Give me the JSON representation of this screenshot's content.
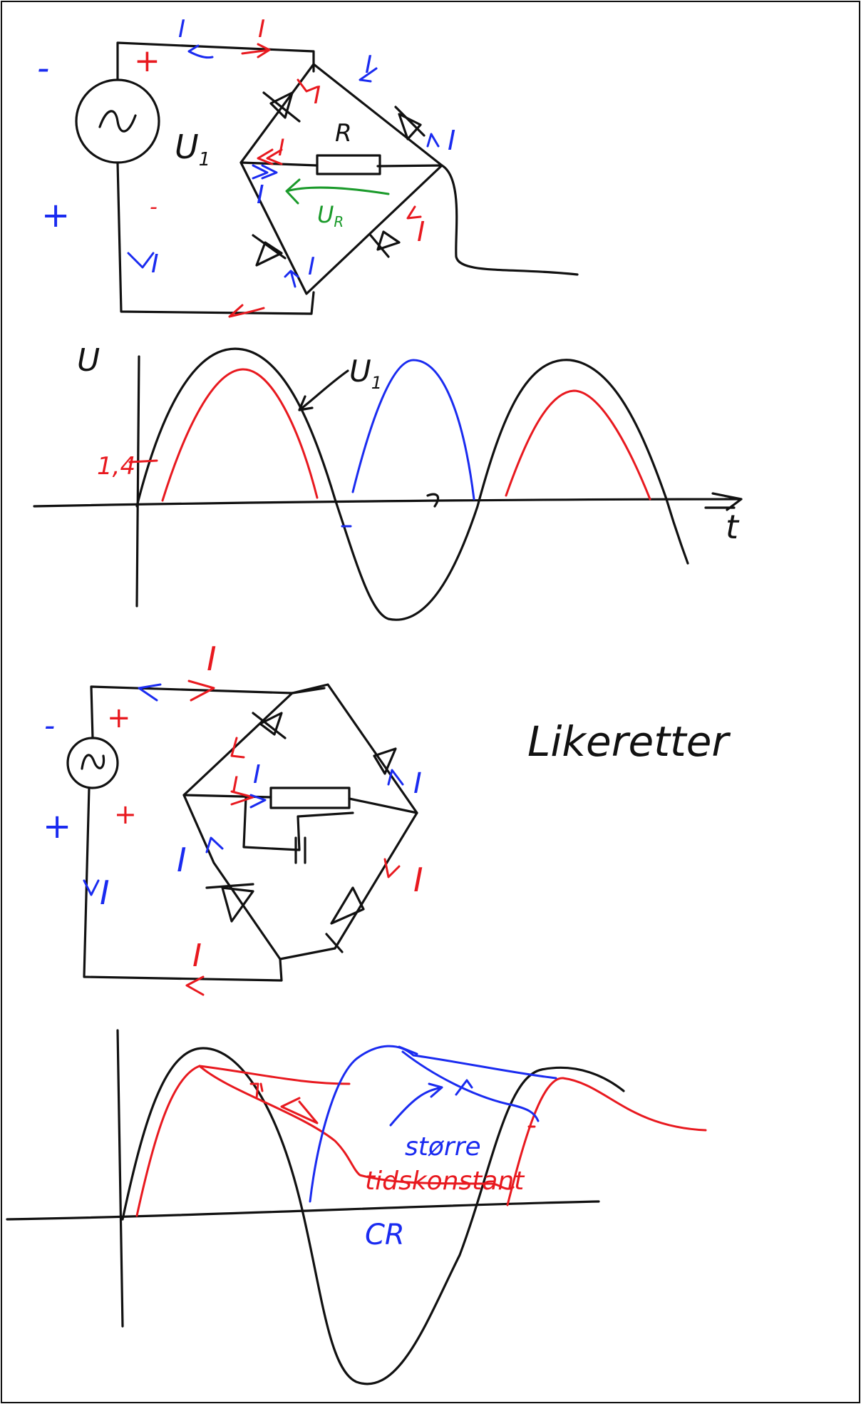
{
  "colors": {
    "ink": "#111111",
    "red": "#e8191f",
    "blue": "#1a2bf0",
    "green": "#1a9a2a",
    "background": "#ffffff"
  },
  "circuit1": {
    "source_label": "U",
    "source_subscript": "1",
    "resistor_label": "R",
    "voltage_label": "U",
    "voltage_subscript": "R",
    "current_label": "I",
    "plus": "+",
    "minus": "-"
  },
  "graph1": {
    "y_axis_label": "U",
    "x_axis_label": "t",
    "curve_label": "U",
    "curve_subscript": "1",
    "threshold_label": "1,4"
  },
  "circuit2": {
    "current_label": "I",
    "plus": "+",
    "minus": "-",
    "title": "Likeretter"
  },
  "graph2": {
    "annotation_line1": "større",
    "annotation_line2": "tidskonstant",
    "annotation_line3": "CR"
  }
}
